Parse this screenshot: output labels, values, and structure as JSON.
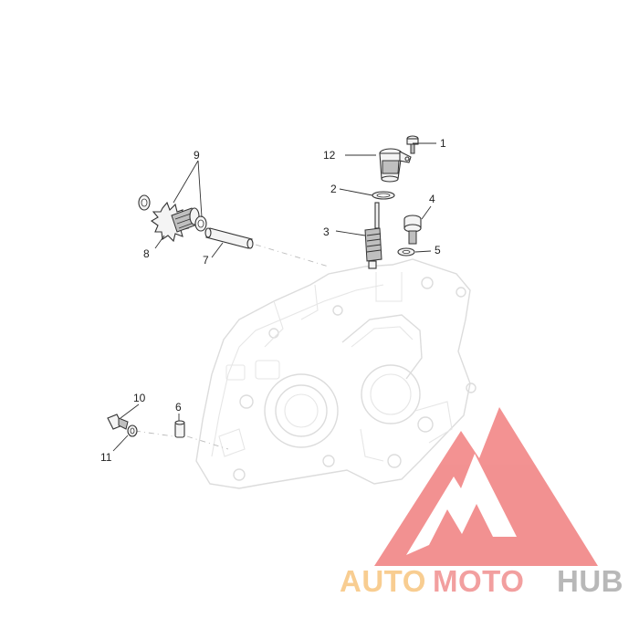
{
  "callouts": {
    "c1": "1",
    "c2": "2",
    "c3": "3",
    "c4": "4",
    "c5": "5",
    "c6": "6",
    "c7": "7",
    "c8": "8",
    "c9": "9",
    "c10": "10",
    "c11": "11",
    "c12": "12"
  },
  "watermark": {
    "part1": "AUTO",
    "part2": "MOTO",
    "part3": "HUB",
    "color1": "#f7c37a",
    "color2": "#f08a8a",
    "color3": "#a9a9a9",
    "triangle_color": "#f07a7a"
  },
  "colors": {
    "line": "#333333",
    "ghost": "#dcdcdc"
  }
}
